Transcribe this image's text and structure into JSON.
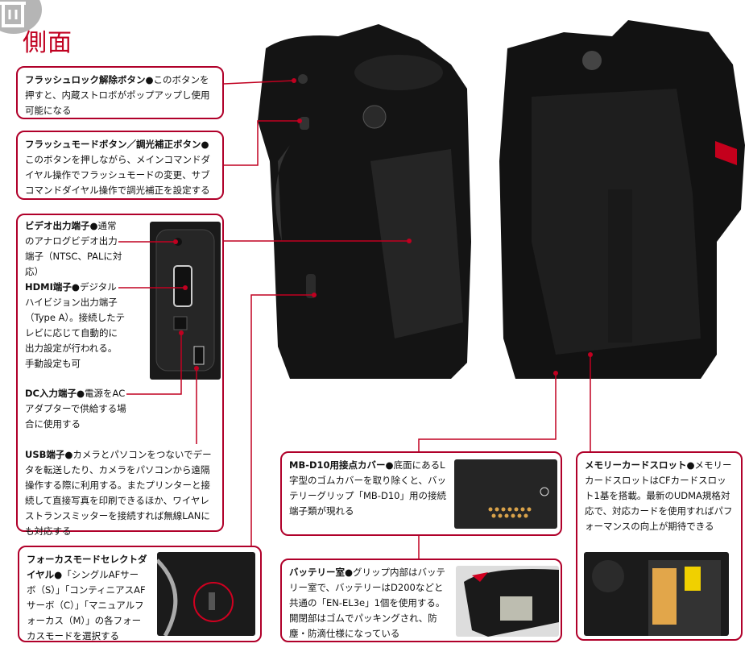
{
  "page_title": "側面",
  "callouts": {
    "flash_lock": {
      "title": "フラッシュロック解除ボタン●",
      "body": "このボタンを押すと、内蔵ストロボがポップアップし使用可能になる"
    },
    "flash_mode": {
      "title": "フラッシュモードボタン／調光補正ボタン●",
      "body": "このボタンを押しながら、メインコマンドダイヤル操作でフラッシュモードの変更、サブコマンドダイヤル操作で調光補正を設定する"
    },
    "video_out": {
      "title": "ビデオ出力端子●",
      "body": "通常のアナログビデオ出力端子（NTSC、PALに対応）"
    },
    "hdmi": {
      "title": "HDMI端子●",
      "body": "デジタルハイビジョン出力端子（Type A）。接続したテレビに応じて自動的に出力設定が行われる。手動設定も可"
    },
    "dc_in": {
      "title": "DC入力端子●",
      "body": "電源をACアダプターで供給する場合に使用する"
    },
    "usb": {
      "title": "USB端子●",
      "body": "カメラとパソコンをつないでデータを転送したり、カメラをパソコンから遠隔操作する際に利用する。またプリンターと接続して直接写真を印刷できるほか、ワイヤレストランスミッターを接続すれば無線LANにも対応する"
    },
    "focus_mode": {
      "title": "フォーカスモードセレクトダイヤル●",
      "body": "「シングルAFサーボ（S）」「コンティニアスAFサーボ（C）」「マニュアルフォーカス（M）」の各フォーカスモードを選択する"
    },
    "mb_d10": {
      "title": "MB-D10用接点カバー●",
      "body": "底面にあるL字型のゴムカバーを取り除くと、バッテリーグリップ「MB-D10」用の接続端子類が現れる"
    },
    "battery": {
      "title": "バッテリー室●",
      "body": "グリップ内部はバッテリー室で、バッテリーはD200などと共通の「EN-EL3e」1個を使用する。開閉部はゴムでパッキングされ、防塵・防滴仕様になっている"
    },
    "memory_card": {
      "title": "メモリーカードスロット●",
      "body": "メモリーカードスロットはCFカードスロット1基を搭載。最新のUDMA規格対応で、対応カードを使用すればパフォーマンスの向上が期待できる"
    }
  },
  "colors": {
    "accent": "#c00020",
    "box_border": "#b0002a"
  }
}
